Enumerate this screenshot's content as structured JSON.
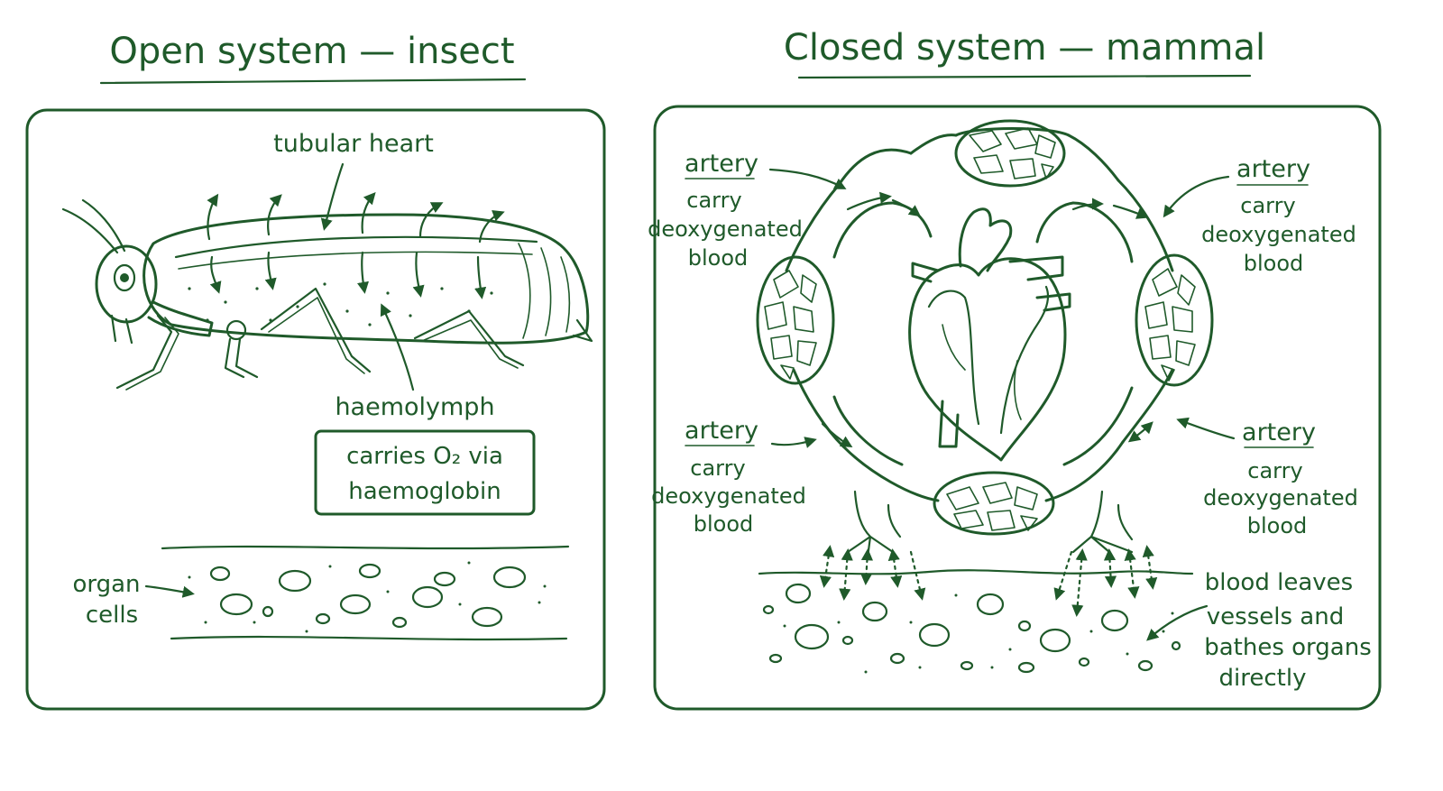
{
  "colors": {
    "ink": "#1f5a2a",
    "background": "#ffffff"
  },
  "left_panel": {
    "title": "Open system — insect",
    "labels": {
      "tubular_heart": "tubular heart",
      "haemolymph": "haemolymph",
      "box_line1": "carries O₂ via",
      "box_line2": "haemoglobin",
      "organ": "organ",
      "cells": "cells"
    }
  },
  "right_panel": {
    "title": "Closed system — mammal",
    "labels": {
      "tl_artery": "artery",
      "tl_carry": "carry",
      "tl_deoxy": "deoxygenated",
      "tl_blood": "blood",
      "tr_artery": "artery",
      "tr_carry": "carry",
      "tr_deoxy": "deoxygenated",
      "tr_blood": "blood",
      "bl_artery": "artery",
      "bl_carry": "carry",
      "bl_deoxy": "deoxygenated",
      "bl_blood": "blood",
      "br_artery": "artery",
      "br_carry": "carry",
      "br_deoxy": "deoxygenated",
      "br_blood": "blood",
      "leave1": "blood leaves",
      "leave2": "vessels and",
      "leave3": "bathes organs",
      "leave4": "directly"
    }
  }
}
